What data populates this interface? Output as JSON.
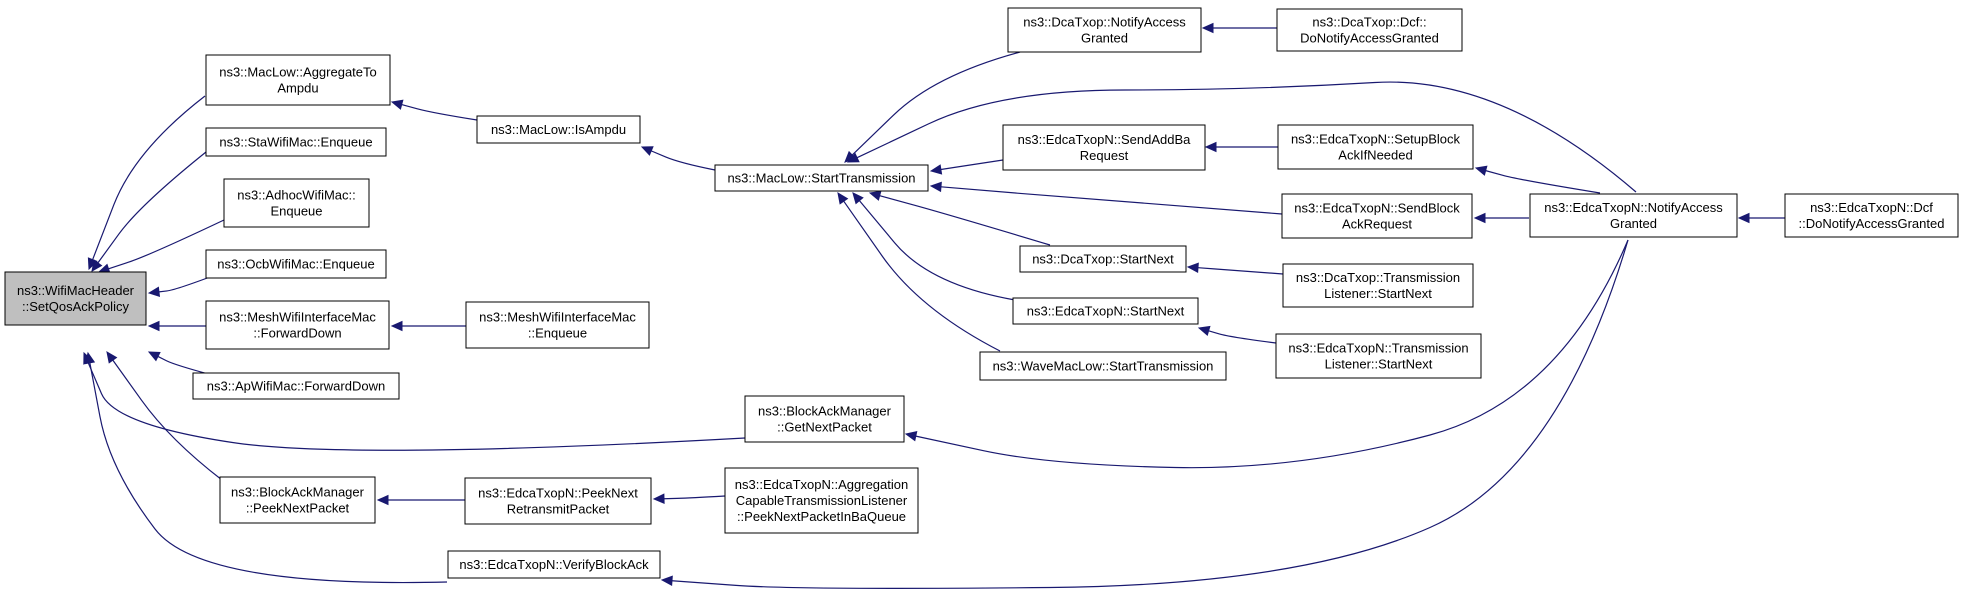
{
  "colors": {
    "edge": "#191970",
    "root_fill": "#bfbfbf",
    "node_fill": "#ffffff",
    "node_border": "#000000"
  },
  "nodes": [
    {
      "id": "root",
      "lines": [
        "ns3::WifiMacHeader",
        "::SetQosAckPolicy"
      ]
    },
    {
      "id": "aggregate",
      "lines": [
        "ns3::MacLow::AggregateTo",
        "Ampdu"
      ]
    },
    {
      "id": "sta",
      "lines": [
        "ns3::StaWifiMac::Enqueue"
      ]
    },
    {
      "id": "adhoc",
      "lines": [
        "ns3::AdhocWifiMac::",
        "Enqueue"
      ]
    },
    {
      "id": "ocb",
      "lines": [
        "ns3::OcbWifiMac::Enqueue"
      ]
    },
    {
      "id": "mesh_fd",
      "lines": [
        "ns3::MeshWifiInterfaceMac",
        "::ForwardDown"
      ]
    },
    {
      "id": "ap",
      "lines": [
        "ns3::ApWifiMac::ForwardDown"
      ]
    },
    {
      "id": "bam_peek",
      "lines": [
        "ns3::BlockAckManager",
        "::PeekNextPacket"
      ]
    },
    {
      "id": "verify",
      "lines": [
        "ns3::EdcaTxopN::VerifyBlockAck"
      ]
    },
    {
      "id": "isampdu",
      "lines": [
        "ns3::MacLow::IsAmpdu"
      ]
    },
    {
      "id": "mesh_enq",
      "lines": [
        "ns3::MeshWifiInterfaceMac",
        "::Enqueue"
      ]
    },
    {
      "id": "bam_get",
      "lines": [
        "ns3::BlockAckManager",
        "::GetNextPacket"
      ]
    },
    {
      "id": "peek_retx",
      "lines": [
        "ns3::EdcaTxopN::PeekNext",
        "RetransmitPacket"
      ]
    },
    {
      "id": "starttx",
      "lines": [
        "ns3::MacLow::StartTransmission"
      ]
    },
    {
      "id": "aggr_listener",
      "lines": [
        "ns3::EdcaTxopN::Aggregation",
        "CapableTransmissionListener",
        "::PeekNextPacketInBaQueue"
      ]
    },
    {
      "id": "dca_notify",
      "lines": [
        "ns3::DcaTxop::NotifyAccess",
        "Granted"
      ]
    },
    {
      "id": "send_addba",
      "lines": [
        "ns3::EdcaTxopN::SendAddBa",
        "Request"
      ]
    },
    {
      "id": "dca_startnext",
      "lines": [
        "ns3::DcaTxop::StartNext"
      ]
    },
    {
      "id": "edca_startnext",
      "lines": [
        "ns3::EdcaTxopN::StartNext"
      ]
    },
    {
      "id": "wave",
      "lines": [
        "ns3::WaveMacLow::StartTransmission"
      ]
    },
    {
      "id": "dcf_notify",
      "lines": [
        "ns3::DcaTxop::Dcf::",
        "DoNotifyAccessGranted"
      ]
    },
    {
      "id": "setup_ba",
      "lines": [
        "ns3::EdcaTxopN::SetupBlock",
        "AckIfNeeded"
      ]
    },
    {
      "id": "send_bar",
      "lines": [
        "ns3::EdcaTxopN::SendBlock",
        "AckRequest"
      ]
    },
    {
      "id": "dca_tl",
      "lines": [
        "ns3::DcaTxop::Transmission",
        "Listener::StartNext"
      ]
    },
    {
      "id": "edca_tl",
      "lines": [
        "ns3::EdcaTxopN::Transmission",
        "Listener::StartNext"
      ]
    },
    {
      "id": "edca_notify",
      "lines": [
        "ns3::EdcaTxopN::NotifyAccess",
        "Granted"
      ]
    },
    {
      "id": "edca_dcf",
      "lines": [
        "ns3::EdcaTxopN::Dcf",
        "::DoNotifyAccessGranted"
      ]
    }
  ],
  "edges": [
    [
      "aggregate",
      "root"
    ],
    [
      "sta",
      "root"
    ],
    [
      "adhoc",
      "root"
    ],
    [
      "ocb",
      "root"
    ],
    [
      "mesh_fd",
      "root"
    ],
    [
      "ap",
      "root"
    ],
    [
      "bam_get",
      "root"
    ],
    [
      "bam_peek",
      "root"
    ],
    [
      "verify",
      "root"
    ],
    [
      "isampdu",
      "aggregate"
    ],
    [
      "mesh_enq",
      "mesh_fd"
    ],
    [
      "peek_retx",
      "bam_peek"
    ],
    [
      "edca_notify",
      "verify"
    ],
    [
      "starttx",
      "isampdu"
    ],
    [
      "edca_notify",
      "bam_get"
    ],
    [
      "aggr_listener",
      "peek_retx"
    ],
    [
      "dca_notify",
      "starttx"
    ],
    [
      "edca_notify",
      "starttx"
    ],
    [
      "send_addba",
      "starttx"
    ],
    [
      "send_bar",
      "starttx"
    ],
    [
      "dca_startnext",
      "starttx"
    ],
    [
      "edca_startnext",
      "starttx"
    ],
    [
      "wave",
      "starttx"
    ],
    [
      "dcf_notify",
      "dca_notify"
    ],
    [
      "setup_ba",
      "send_addba"
    ],
    [
      "dca_tl",
      "dca_startnext"
    ],
    [
      "edca_tl",
      "edca_startnext"
    ],
    [
      "send_bar",
      "edca_notify"
    ],
    [
      "setup_ba",
      "edca_notify"
    ],
    [
      "edca_dcf",
      "edca_notify"
    ]
  ]
}
